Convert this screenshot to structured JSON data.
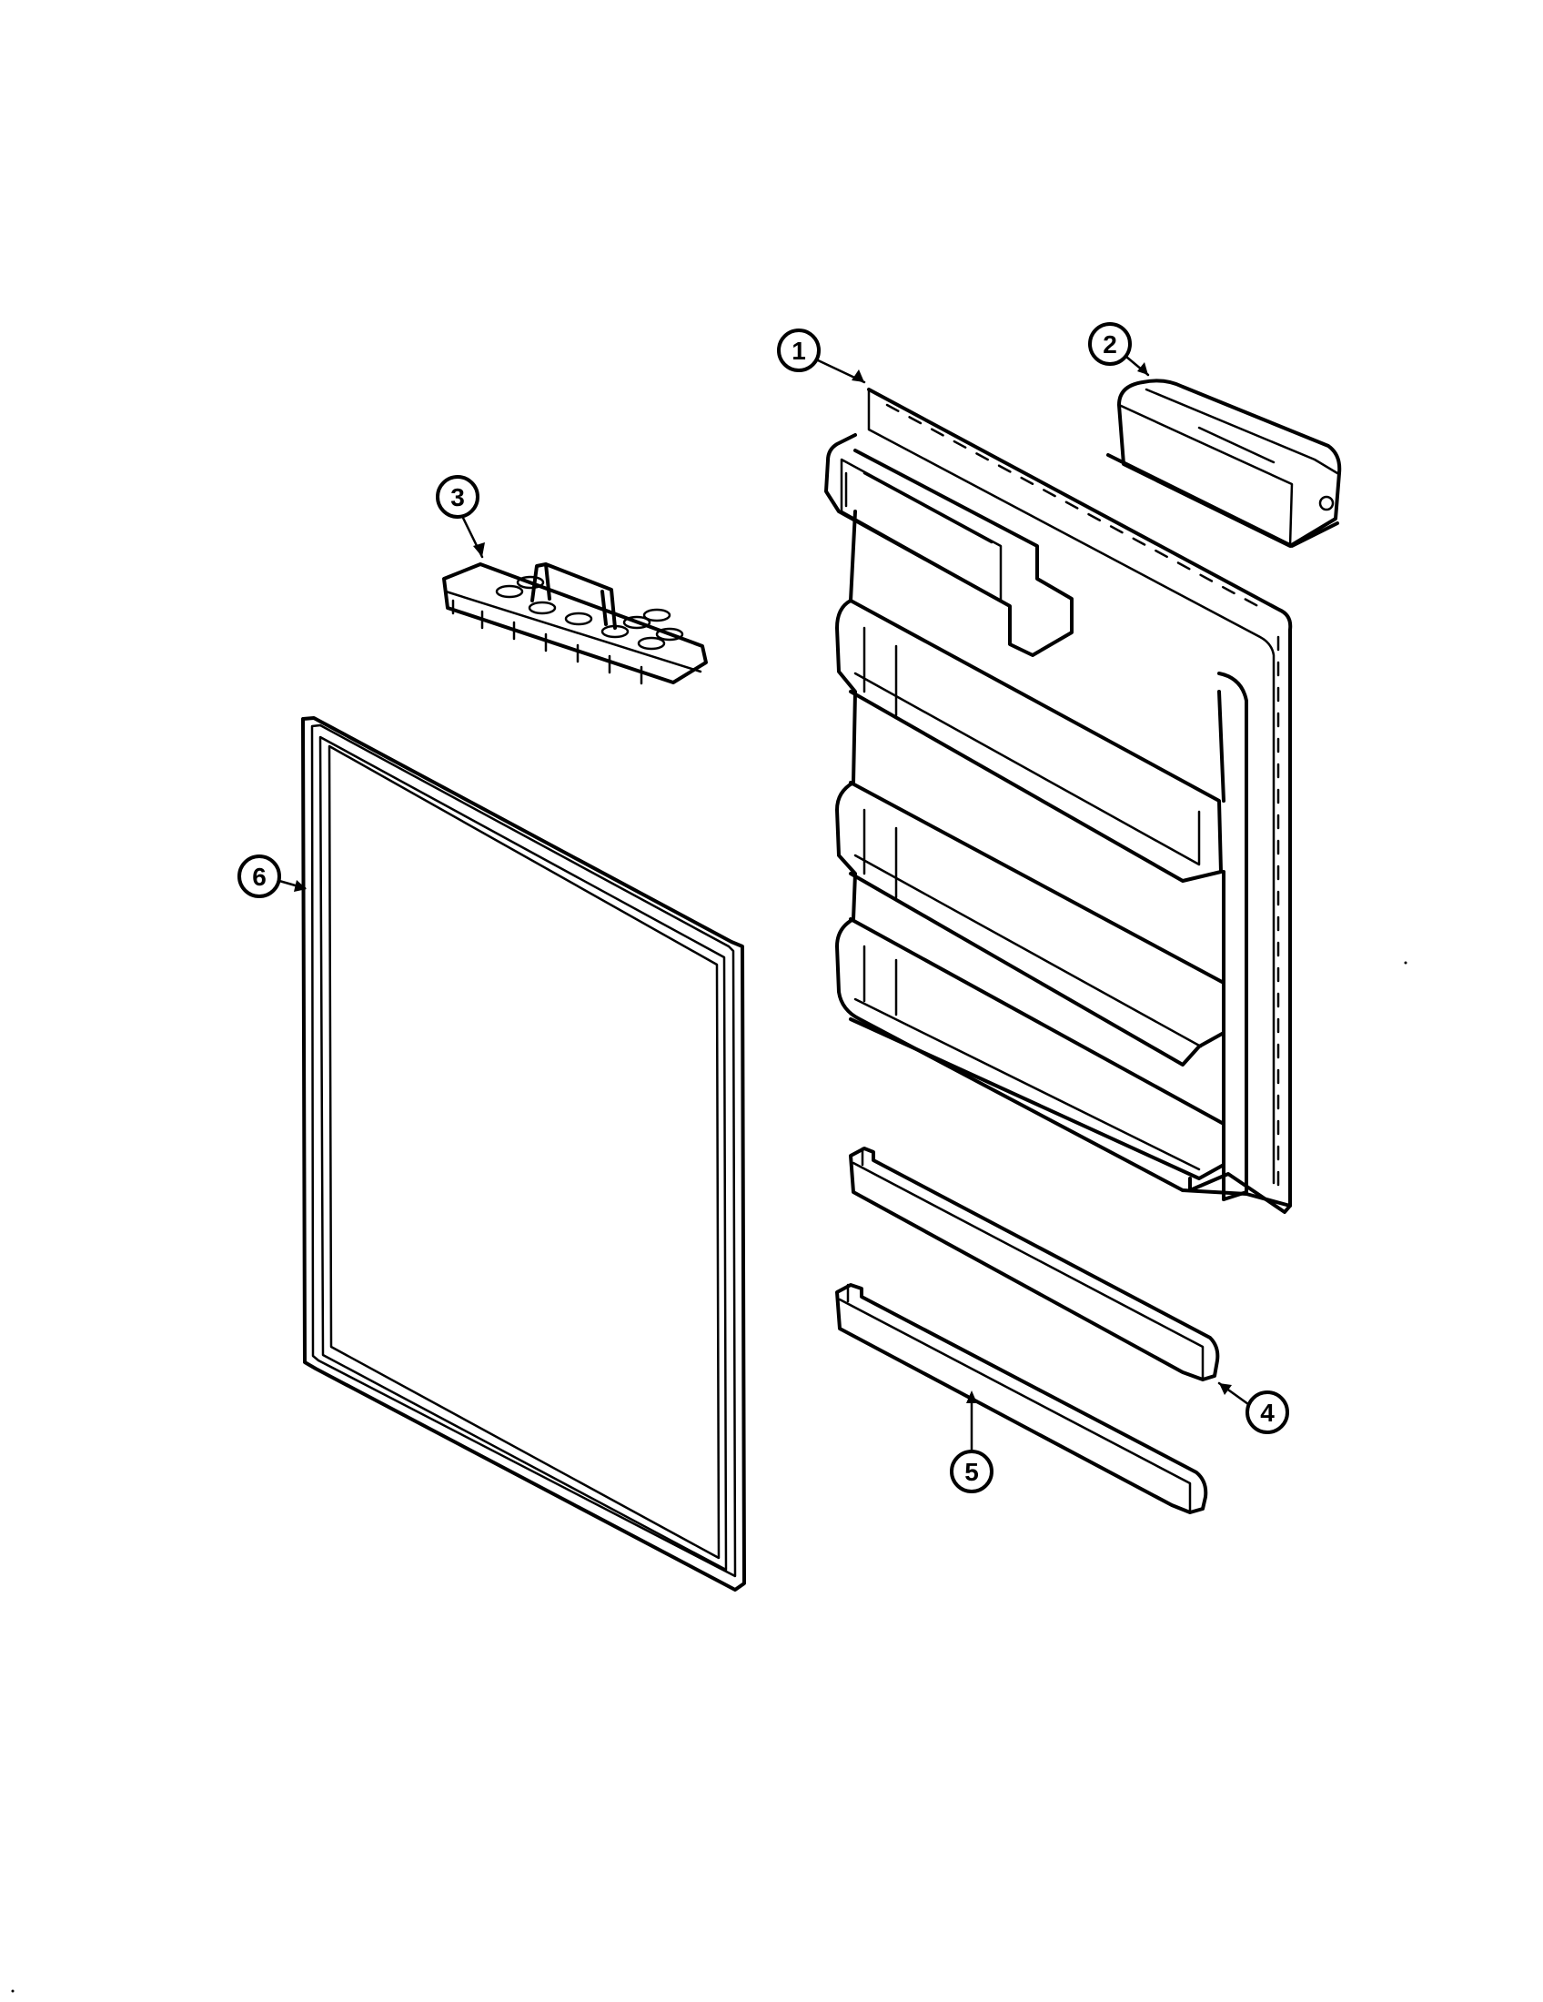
{
  "diagram": {
    "callouts": [
      {
        "id": "callout-1",
        "label": "1"
      },
      {
        "id": "callout-2",
        "label": "2"
      },
      {
        "id": "callout-3",
        "label": "3"
      },
      {
        "id": "callout-4",
        "label": "4"
      },
      {
        "id": "callout-5",
        "label": "5"
      },
      {
        "id": "callout-6",
        "label": "6"
      }
    ],
    "parts": [
      "door-liner",
      "dairy-door",
      "egg-tray",
      "door-bar-upper",
      "door-bar-lower",
      "door-gasket"
    ]
  }
}
